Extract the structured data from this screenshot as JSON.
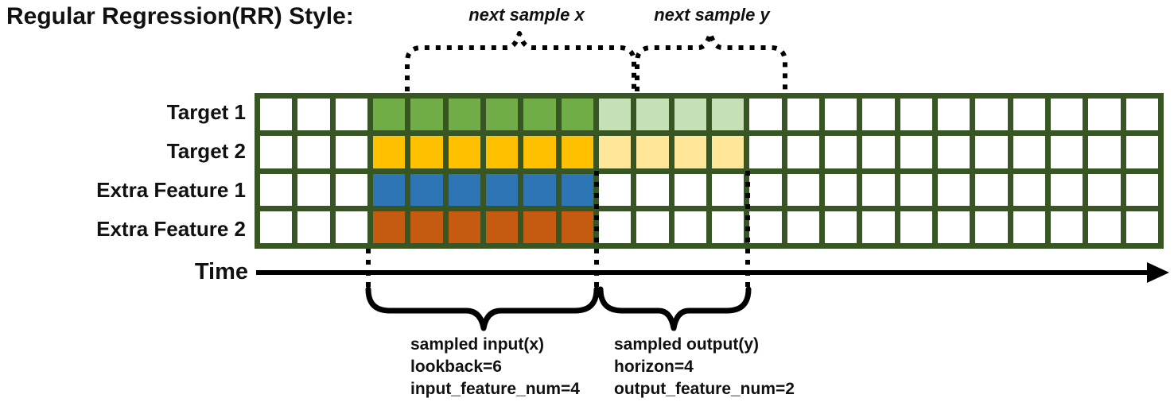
{
  "title": "Regular Regression(RR) Style:",
  "top_annotations": {
    "next_sample_x": "next sample x",
    "next_sample_y": "next sample y"
  },
  "axis": {
    "time_label": "Time"
  },
  "colors": {
    "grid_border": "#375623",
    "target1_input": "#70AD47",
    "target1_output": "#C5E0B4",
    "target2_input": "#FFC000",
    "target2_output": "#FFE699",
    "extra1_input": "#2E75B6",
    "extra2_input": "#C55A11",
    "empty_cell": "#FFFFFF",
    "annotation_ink": "#000000"
  },
  "chart": {
    "columns": 24,
    "lead_empty_columns": 3,
    "lookback": 6,
    "horizon": 4,
    "rows": [
      {
        "label": "Target 1",
        "input_color": "#70AD47",
        "output_color": "#C5E0B4"
      },
      {
        "label": "Target 2",
        "input_color": "#FFC000",
        "output_color": "#FFE699"
      },
      {
        "label": "Extra Feature 1",
        "input_color": "#2E75B6",
        "output_color": null
      },
      {
        "label": "Extra Feature 2",
        "input_color": "#C55A11",
        "output_color": null
      }
    ]
  },
  "bottom_annotations": {
    "sampled_input": [
      "sampled input(x)",
      "lookback=6",
      "input_feature_num=4"
    ],
    "sampled_output": [
      "sampled output(y)",
      "horizon=4",
      "output_feature_num=2"
    ]
  }
}
